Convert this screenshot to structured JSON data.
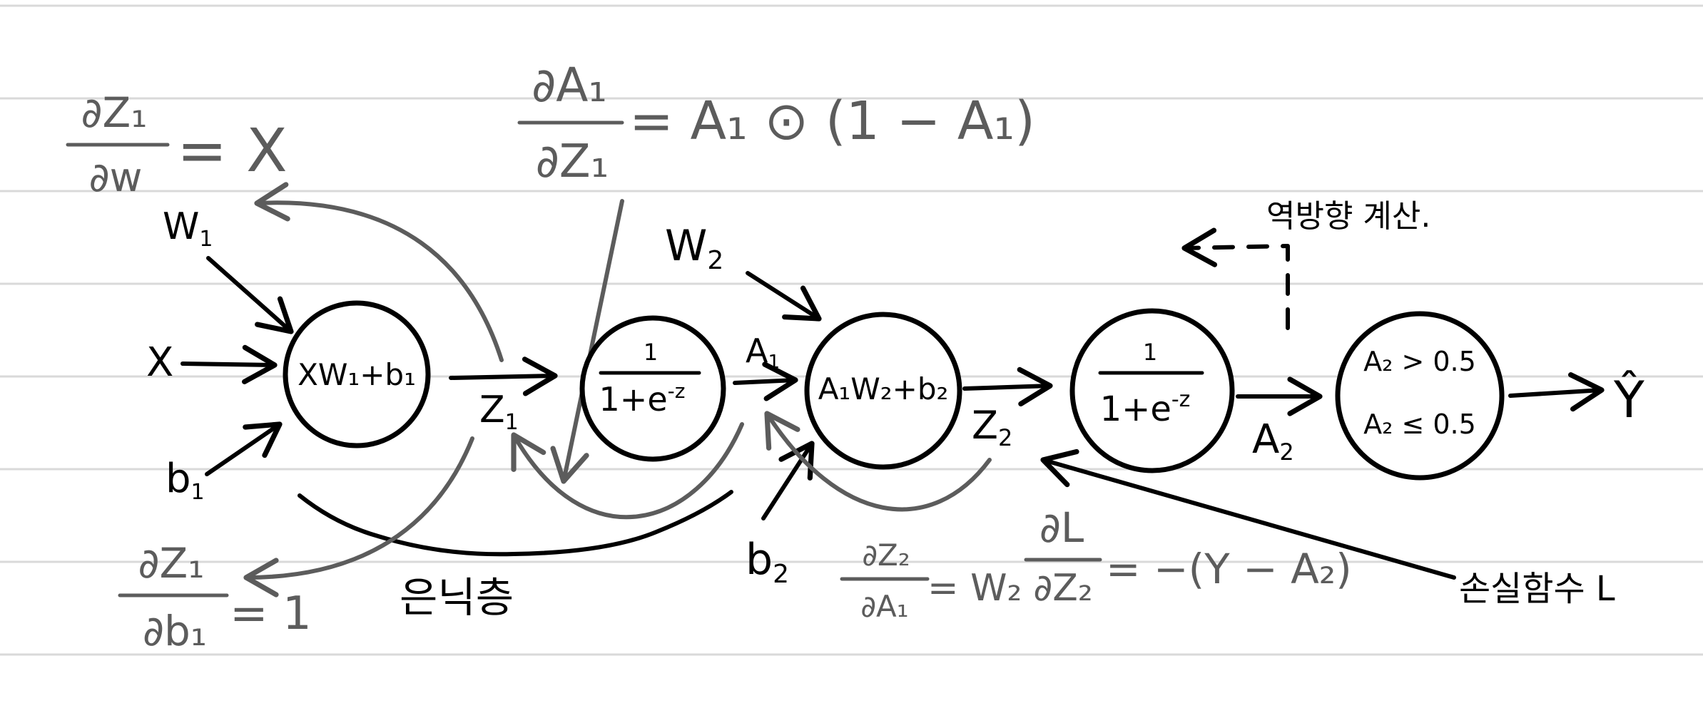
{
  "forward": {
    "input_x": "X",
    "input_w1": "W",
    "input_w1_sub": "1",
    "input_b1": "b",
    "input_b1_sub": "1",
    "node1": "XW₁+b₁",
    "z1": "Z",
    "z1_sub": "1",
    "sigmoid_num": "1",
    "sigmoid_den": "1+e",
    "sigmoid_exp": "-z",
    "a1": "A",
    "a1_sub": "1",
    "w2": "W",
    "w2_sub": "2",
    "b2": "b",
    "b2_sub": "2",
    "node3": "A₁W₂+b₂",
    "z2": "Z",
    "z2_sub": "2",
    "a2": "A",
    "a2_sub": "2",
    "threshold_hi": "A₂ > 0.5",
    "threshold_lo": "A₂ ≤ 0.5",
    "output": "Ŷ"
  },
  "backward": {
    "title": "역방향 계산.",
    "hidden_layer": "은닉층",
    "loss": "손실함수 L",
    "dz1_dw": {
      "num": "∂Z₁",
      "den": "∂w",
      "rhs": "= X"
    },
    "dz1_db1": {
      "num": "∂Z₁",
      "den": "∂b₁",
      "rhs": "= 1"
    },
    "da1_dz1": {
      "num": "∂A₁",
      "den": "∂Z₁",
      "rhs": "= A₁ ⊙ (1 − A₁)"
    },
    "dz2_da1": {
      "num": "∂Z₂",
      "den": "∂A₁",
      "rhs": "= W₂"
    },
    "dl_dz2": {
      "num": "∂L",
      "den": "∂Z₂",
      "rhs": "= −(Y − A₂)"
    }
  }
}
